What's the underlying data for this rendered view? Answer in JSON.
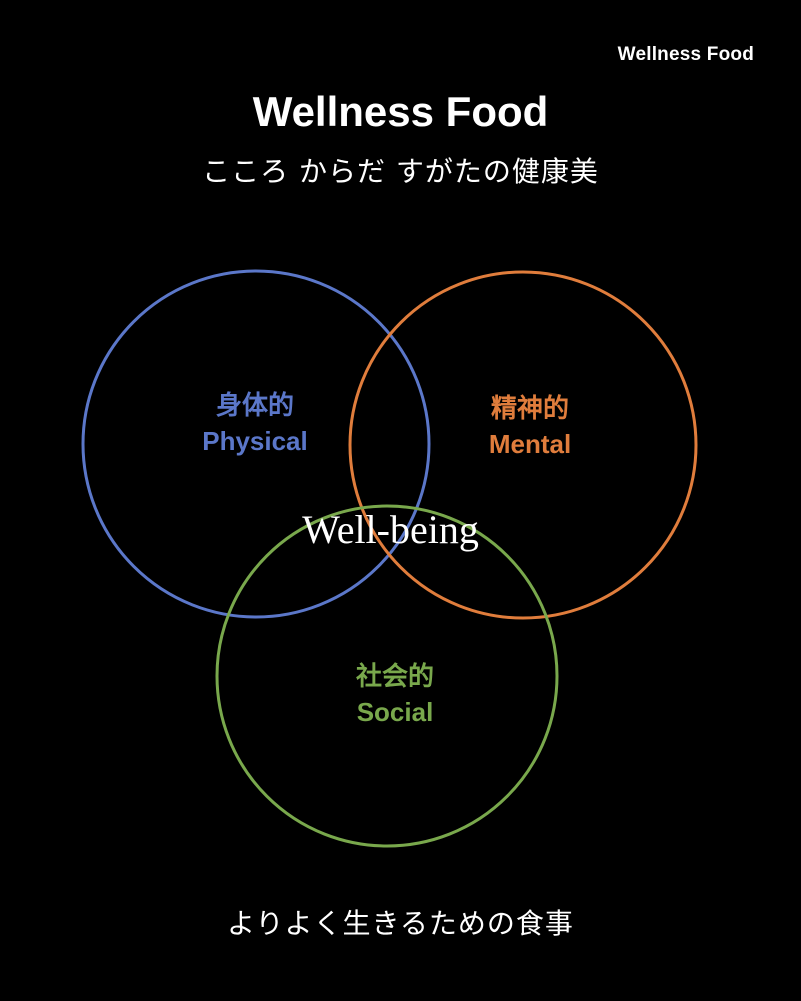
{
  "brand": "Wellness Food",
  "title": "Wellness Food",
  "subtitle": "こころ からだ すがたの健康美",
  "colors": {
    "background": "#000000",
    "text": "#ffffff",
    "physical": "#5b77c9",
    "mental": "#e07d3c",
    "social": "#79a84c"
  },
  "venn": {
    "center": "Well-being",
    "sets": [
      {
        "id": "physical",
        "jp": "身体的",
        "en": "Physical"
      },
      {
        "id": "mental",
        "jp": "精神的",
        "en": "Mental"
      },
      {
        "id": "social",
        "jp": "社会的",
        "en": "Social"
      }
    ]
  },
  "footer": "よりよく生きるための食事"
}
